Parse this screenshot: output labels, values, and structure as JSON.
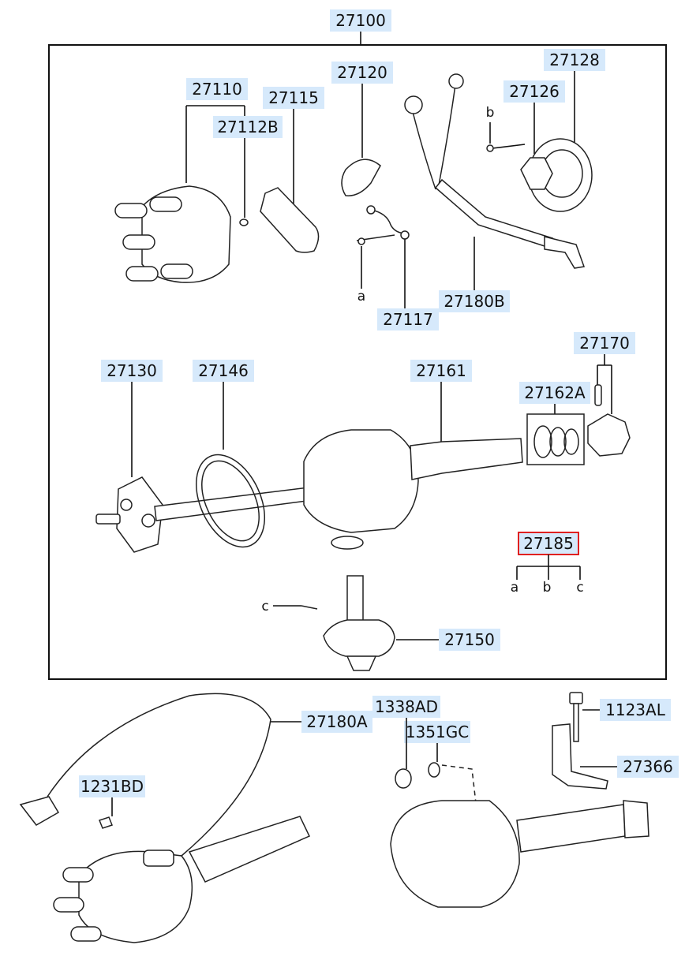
{
  "parts": {
    "p27100": "27100",
    "p27110": "27110",
    "p27112B": "27112B",
    "p27115": "27115",
    "p27120": "27120",
    "p27128": "27128",
    "p27126": "27126",
    "p27117": "27117",
    "p27180B": "27180B",
    "p27130": "27130",
    "p27146": "27146",
    "p27161": "27161",
    "p27170": "27170",
    "p27162A": "27162A",
    "p27185": "27185",
    "p27150": "27150",
    "p27180A": "27180A",
    "p1338AD": "1338AD",
    "p1351GC": "1351GC",
    "p1123AL": "1123AL",
    "p27366": "27366",
    "p1231BD": "1231BD"
  },
  "refs": {
    "a": "a",
    "b": "b",
    "c": "c"
  },
  "colors": {
    "label_highlight": "#d6e9fb",
    "selected_border": "#e02020"
  },
  "selected_part": "27185"
}
